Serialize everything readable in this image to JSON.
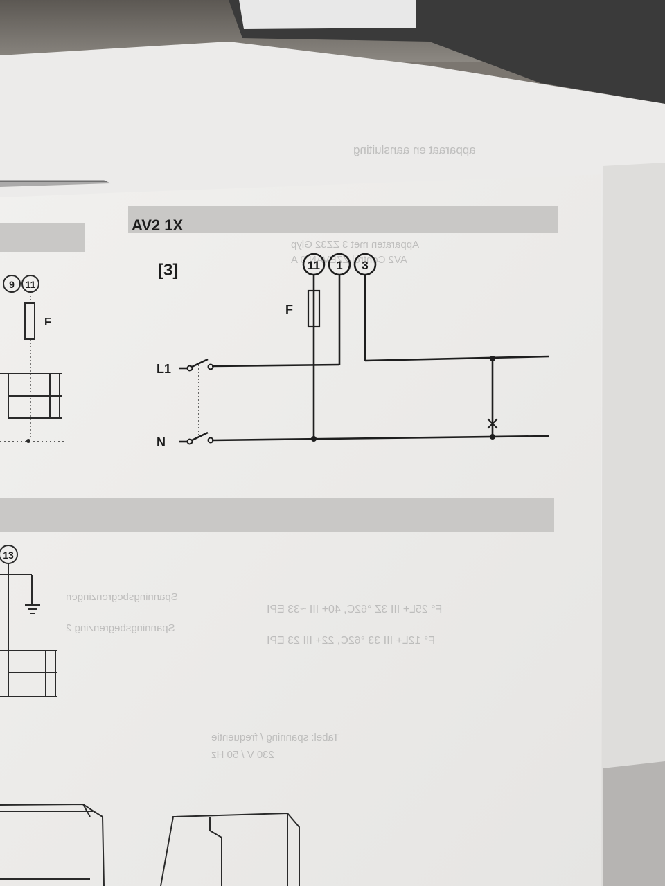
{
  "sheet": {
    "section_title": "AV2 1X",
    "figure_ref": "[3]",
    "terminals": [
      "11",
      "1",
      "3"
    ],
    "fuse_label": "F",
    "line_labels": {
      "live": "L1",
      "neutral": "N"
    }
  },
  "left_page": {
    "terminals_top": [
      "9",
      "11"
    ],
    "fuse_label": "F",
    "terminal_bottom": "13"
  },
  "bleed_through": [
    "apparaat en aansluiting",
    "AV2 Control ZZEVAN 0 A",
    "Apparaten met 3 ZZ32 Glyp",
    "F° 25L+ III 3Z °62C, 40+ III ~33 EPI",
    "F° 12L+ III 33 °62C, 22+ III 23 EPI",
    "Spanningsbegrenzingen",
    "Spanningsbegrenzing 2",
    "Tabel: spanning / frequentie",
    "230 V / 50 Hz"
  ]
}
